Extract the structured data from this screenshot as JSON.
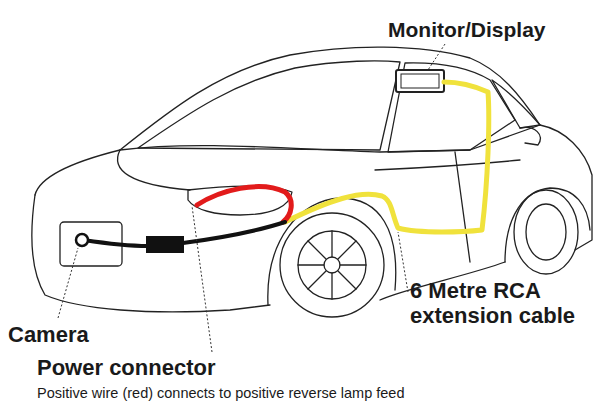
{
  "diagram": {
    "labels": [
      "Monitor/Display",
      "6 Metre RCA extension cable",
      "Camera",
      "Power connector",
      "Positive wire (red) connects to positive reverse lamp feed"
    ]
  }
}
